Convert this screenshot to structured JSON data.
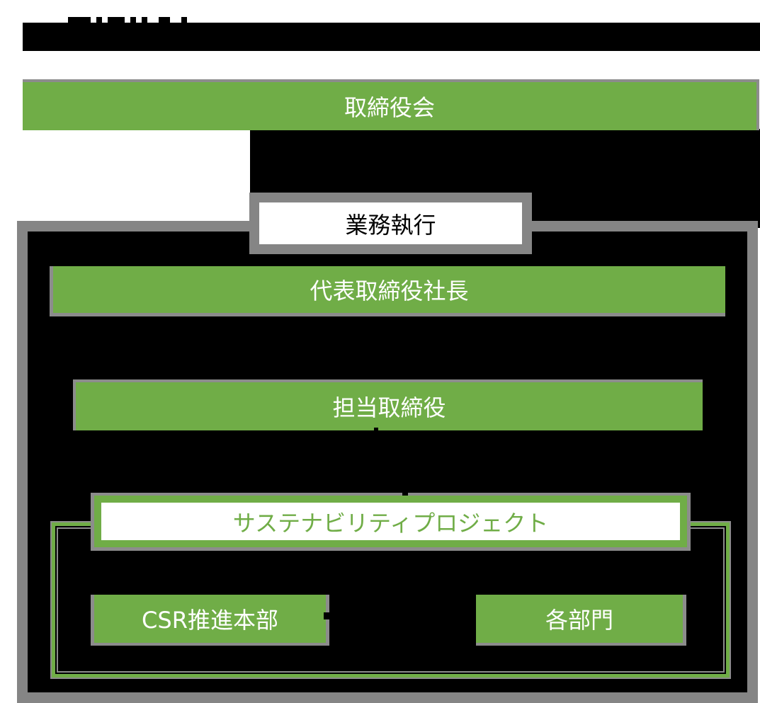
{
  "diagram": {
    "title_bar_text": "",
    "nodes": {
      "board": {
        "label": "取締役会"
      },
      "execution": {
        "label": "業務執行"
      },
      "president": {
        "label": "代表取締役社長"
      },
      "director_in_charge": {
        "label": "担当取締役"
      },
      "sustainability_project": {
        "label": "サステナビリティプロジェクト"
      },
      "csr_division": {
        "label": "CSR推進本部"
      },
      "departments": {
        "label": "各部門"
      }
    },
    "edges": [
      {
        "from": "board",
        "to": "execution"
      },
      {
        "from": "president",
        "to": "director_in_charge"
      },
      {
        "from": "director_in_charge",
        "to": "sustainability_project"
      },
      {
        "from": "csr_division",
        "to": "departments"
      }
    ],
    "colors": {
      "node_fill": "#70ad47",
      "node_border": "#8c8c8c",
      "frame_border": "#858585",
      "project_text": "#70ad47",
      "loop_line": "#70ad47",
      "text_light": "#ffffff",
      "text_dark": "#000000"
    }
  }
}
